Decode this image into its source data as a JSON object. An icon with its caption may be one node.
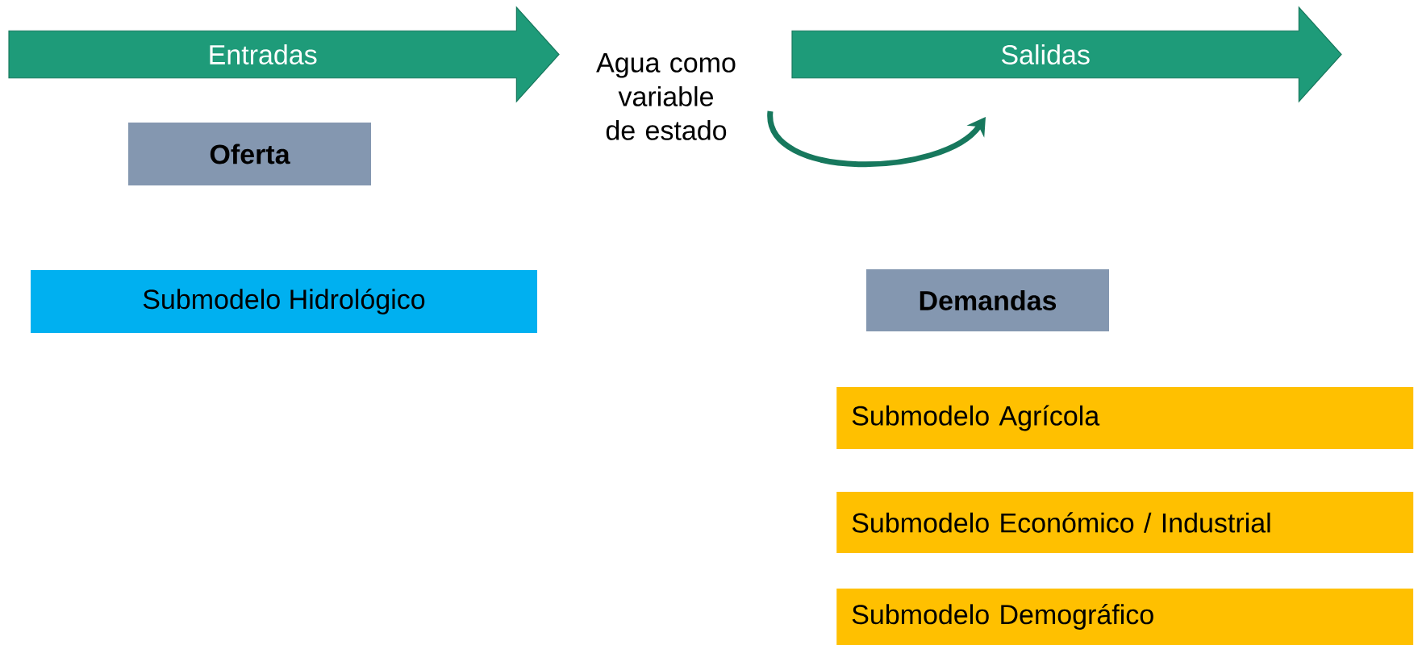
{
  "diagram": {
    "nodes": [
      {
        "text": [
          "Entradas"
        ]
      },
      {
        "text": [
          "Salidas"
        ]
      },
      {
        "text": [
          "Oferta"
        ]
      },
      {
        "text": [
          "Submodelo Hidrológico"
        ]
      },
      {
        "text": [
          "Demandas"
        ]
      },
      {
        "text": [
          "Submodelo Agrícola"
        ]
      },
      {
        "text": [
          "Submodelo Económico / Industrial"
        ]
      },
      {
        "text": [
          "Submodelo Demográfico"
        ]
      }
    ],
    "labels": [
      "Agua como variable de estado"
    ]
  }
}
